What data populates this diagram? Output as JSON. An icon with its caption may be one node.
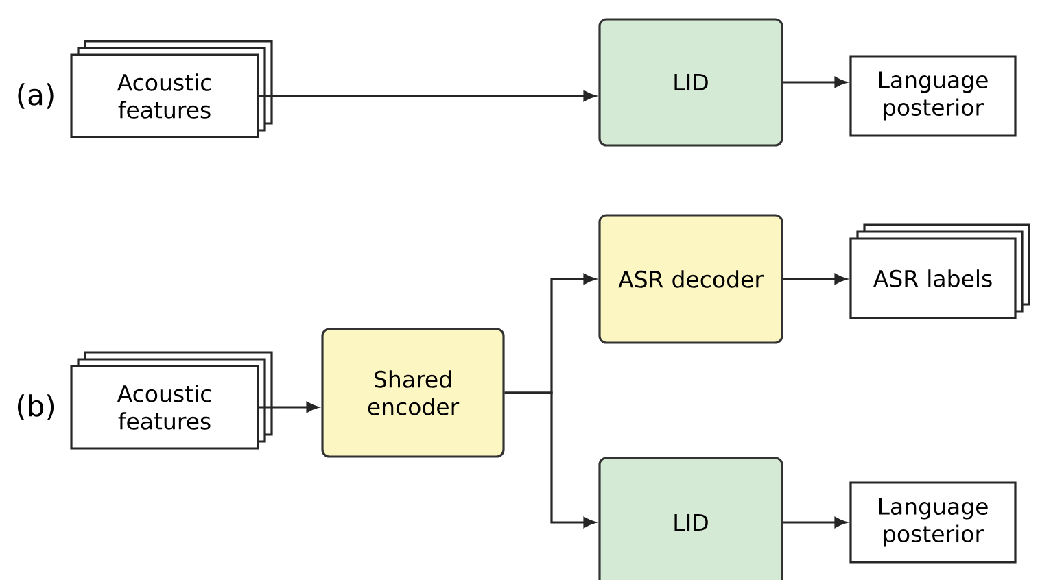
{
  "diagram": {
    "nodes": [
      {
        "text": [
          "Acoustic features"
        ]
      },
      {
        "text": [
          "LID"
        ]
      },
      {
        "text": [
          "Language posterior"
        ]
      },
      {
        "text": [
          "Acoustic features"
        ]
      },
      {
        "text": [
          "Shared encoder"
        ]
      },
      {
        "text": [
          "ASR decoder"
        ]
      },
      {
        "text": [
          "ASR labels"
        ]
      },
      {
        "text": [
          "LID"
        ]
      },
      {
        "text": [
          "Language posterior"
        ]
      }
    ],
    "edges": [
      {
        "from": 0,
        "to": 1,
        "arrow": "to"
      },
      {
        "from": 1,
        "to": 2,
        "arrow": "to"
      },
      {
        "from": 3,
        "to": 4,
        "arrow": "to"
      },
      {
        "from": 4,
        "to": 5,
        "arrow": "to"
      },
      {
        "from": 4,
        "to": 7,
        "arrow": "to"
      },
      {
        "from": 5,
        "to": 6,
        "arrow": "to"
      },
      {
        "from": 7,
        "to": 8,
        "arrow": "to"
      }
    ],
    "labels": [
      "(a)",
      "(b)"
    ]
  }
}
